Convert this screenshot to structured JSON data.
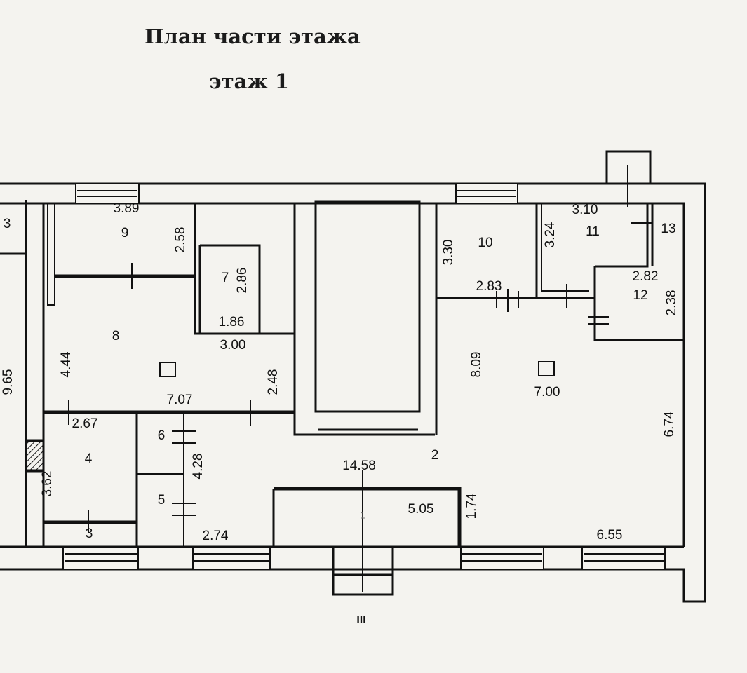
{
  "title": "План части этажа",
  "floor": "этаж  1",
  "rooms": {
    "r1": "1",
    "r2": "2",
    "r3_top": "3",
    "r3_bottom": "3",
    "r4": "4",
    "r5": "5",
    "r6": "6",
    "r7": "7",
    "r8": "8",
    "r9": "9",
    "r10": "10",
    "r11": "11",
    "r12": "12",
    "r13": "13"
  },
  "dimensions": {
    "d389": "3.89",
    "d258": "2.58",
    "d286": "2.86",
    "d186": "1.86",
    "d300": "3.00",
    "d965": "9.65",
    "d444": "4.44",
    "d707": "7.07",
    "d248": "2.48",
    "d267": "2.67",
    "d362": "3.62",
    "d428": "4.28",
    "d274": "2.74",
    "d1458": "14.58",
    "d505": "5.05",
    "d174": "1.74",
    "d330": "3.30",
    "d283": "2.83",
    "d324": "3.24",
    "d310": "3.10",
    "d282": "2.82",
    "d238": "2.38",
    "d809": "8.09",
    "d700": "7.00",
    "d674": "6.74",
    "d655": "6.55"
  },
  "entrance_mark": "III"
}
